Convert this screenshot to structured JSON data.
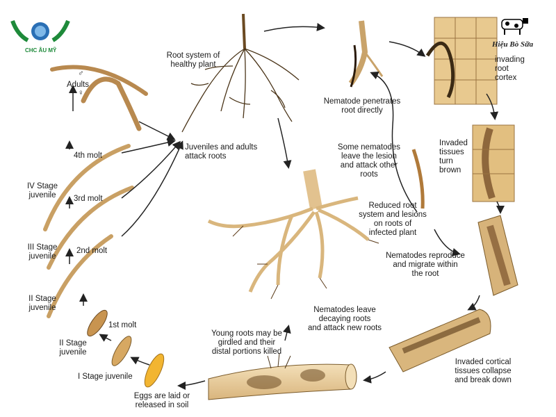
{
  "logo": {
    "text": "CHC ÂU MỸ"
  },
  "brand": {
    "text": "Hiệu Bò Sữa"
  },
  "labels": {
    "healthy_roots": "Root system of\nhealthy plant",
    "penetrates": "Nematode penetrates\nroot directly",
    "invading": "invading\nroot\ncortex",
    "turn_brown": "Invaded\ntissues\nturn\nbrown",
    "reproduce": "Nematodes reproduce\nand migrate within\nthe root",
    "collapse": "Invaded cortical\ntissues collapse\nand break down",
    "leave_decaying": "Nematodes leave\ndecaying roots\nand attack new roots",
    "girdled": "Young roots may be\ngirdled and their\ndistal portions killed",
    "eggs": "Eggs are laid or\nreleased in soil",
    "stage1": "I Stage juvenile",
    "molt1": "1st molt",
    "stage2_lower": "II Stage\njuvenile",
    "stage2_upper": "II Stage\njuvenile",
    "molt2": "2nd molt",
    "stage3": "III Stage\njuvenile",
    "molt3": "3rd molt",
    "stage4": "IV Stage\njuvenile",
    "molt4": "4th molt",
    "adults": "Adults",
    "male_symbol": "♂",
    "female_symbol": "♀",
    "attack": "Juveniles and adults\nattack roots",
    "leave_lesion": "Some nematodes\nleave the lesion\nand attack other\nroots",
    "reduced": "Reduced root\nsystem and lesions\non roots of\ninfected plant"
  },
  "colors": {
    "root": "#e9cfa0",
    "root_dark": "#6b4a22",
    "nematode": "#b8894f",
    "egg": "#f2b531",
    "arrow": "#222222",
    "logo_green": "#1e8a3a",
    "logo_blue": "#2a6fb5"
  }
}
